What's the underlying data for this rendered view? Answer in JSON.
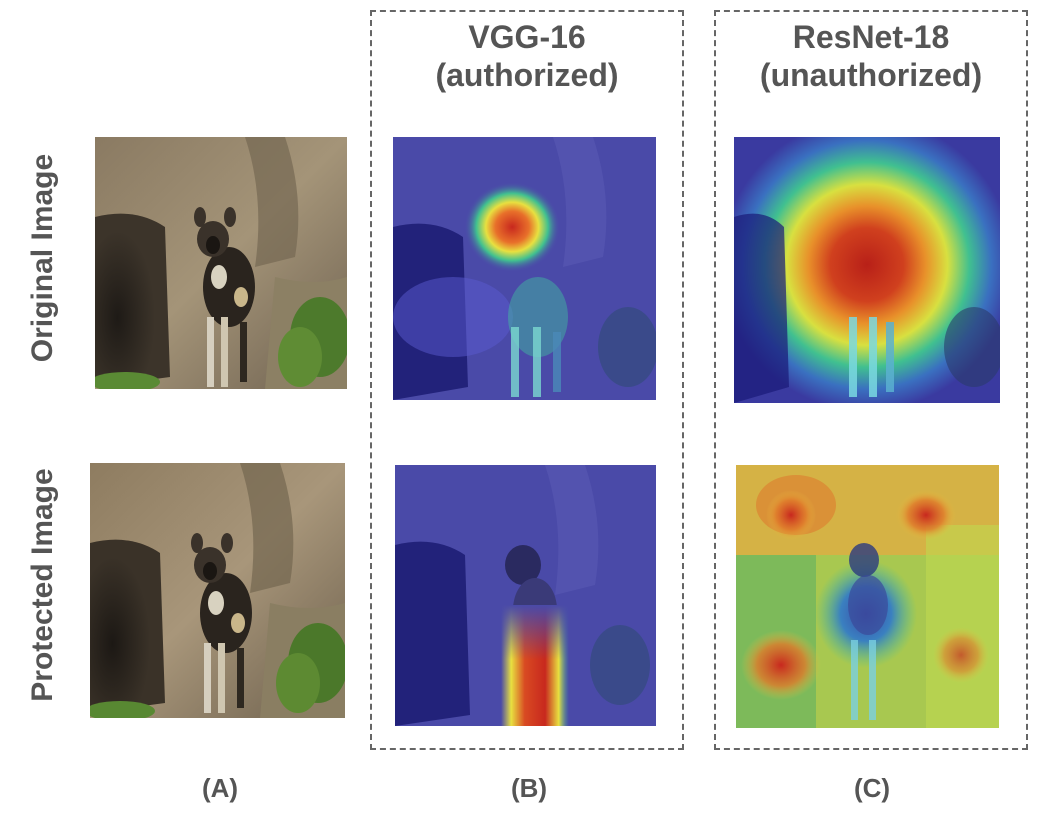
{
  "columns": {
    "b_title_line1": "VGG-16",
    "b_title_line2": "(authorized)",
    "c_title_line1": "ResNet-18",
    "c_title_line2": "(unauthorized)"
  },
  "rows": {
    "top_label": "Original Image",
    "bottom_label": "Protected Image"
  },
  "panel_labels": {
    "a": "(A)",
    "b": "(B)",
    "c": "(C)"
  },
  "colors": {
    "heat_high": "#c8281e",
    "heat_mid": "#e8e040",
    "heat_low": "#4a4aa8",
    "border": "#666666"
  }
}
